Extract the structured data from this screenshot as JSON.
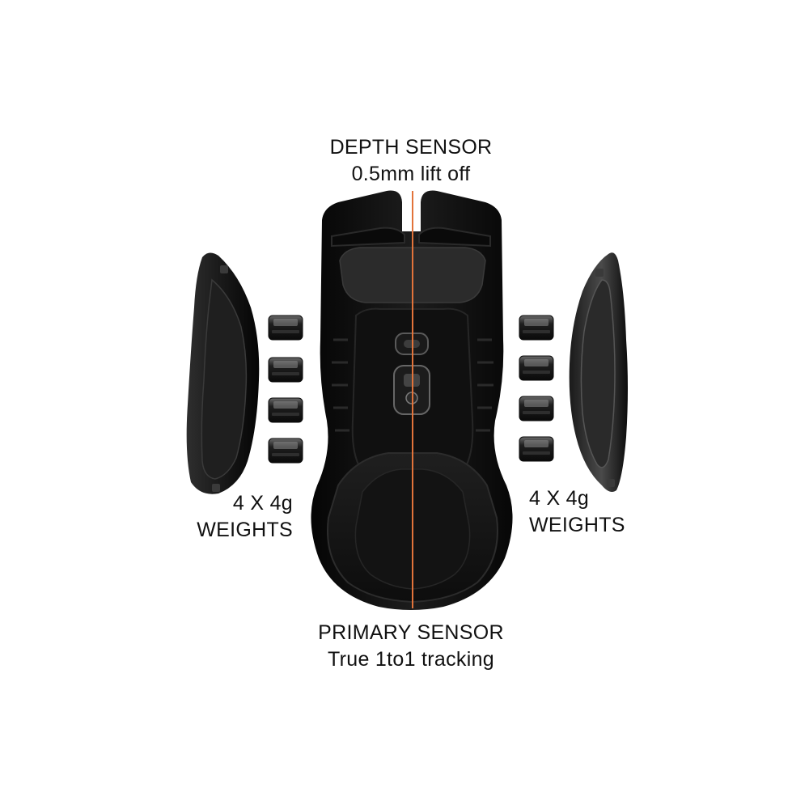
{
  "colors": {
    "background": "#ffffff",
    "text": "#111111",
    "mouse_body": "#141414",
    "accent_line": "#e2733a"
  },
  "labels": {
    "depth_sensor": {
      "title": "DEPTH SENSOR",
      "detail": "0.5mm lift off"
    },
    "primary_sensor": {
      "title": "PRIMARY SENSOR",
      "detail": "True 1to1 tracking"
    },
    "weights_left": {
      "line1": "4 X 4g",
      "line2": "WEIGHTS"
    },
    "weights_right": {
      "line1": "4 X 4g",
      "line2": "WEIGHTS"
    }
  },
  "weights_per_side": 4
}
